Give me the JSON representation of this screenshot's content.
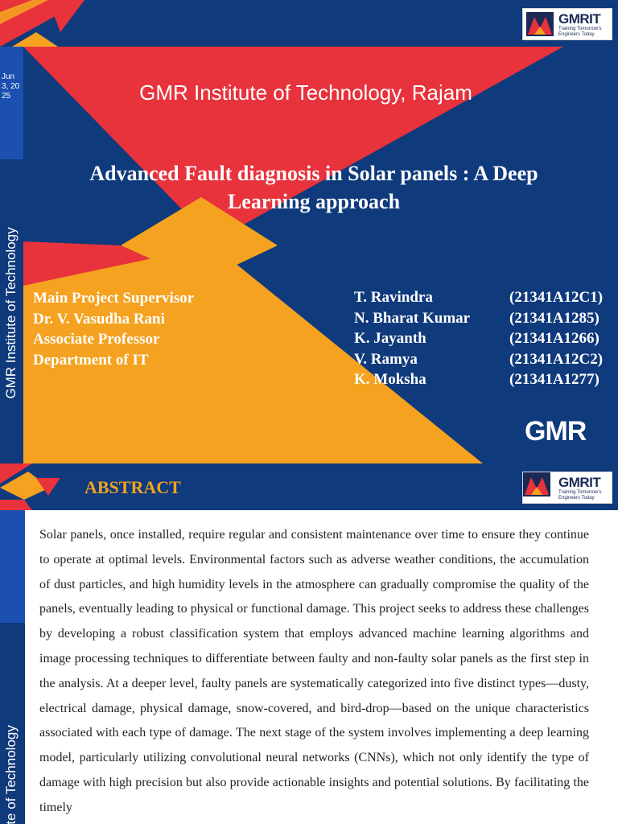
{
  "slide1": {
    "date": "Jun 3, 2025",
    "side_text": "GMR Institute of Technology",
    "institute_title": "GMR Institute of Technology, Rajam",
    "project_title": "Advanced Fault diagnosis in Solar panels : A Deep Learning approach",
    "supervisor": {
      "line1": "Main Project Supervisor",
      "line2": "Dr. V. Vasudha Rani",
      "line3": "Associate Professor",
      "line4": "Department of IT"
    },
    "students": [
      {
        "name": "T. Ravindra",
        "id": "(21341A12C1)"
      },
      {
        "name": " N. Bharat Kumar",
        "id": "(21341A1285)"
      },
      {
        "name": " K. Jayanth",
        "id": "(21341A1266)"
      },
      {
        "name": " V. Ramya",
        "id": "(21341A12C2)"
      },
      {
        "name": " K. Moksha",
        "id": "(21341A1277)"
      }
    ],
    "gmr_logo_text": "GMR"
  },
  "logo": {
    "wordmark": "GMRIT",
    "tagline": "Training Tomorrow's Engineers Today"
  },
  "slide2": {
    "heading": "ABSTRACT",
    "side_text": "Institute of Technology",
    "body": "Solar panels, once installed, require regular and consistent maintenance over time to ensure they continue to operate at optimal levels. Environmental factors such as adverse weather conditions, the accumulation of dust particles, and high humidity levels in the atmosphere can gradually compromise the quality of the panels, eventually leading to physical or functional damage. This project seeks to address these challenges by developing a robust classification system that employs advanced machine learning algorithms and image processing techniques to differentiate between faulty and non-faulty solar panels as the first step in the analysis. At a deeper level, faulty panels are systematically categorized into five distinct types—dusty, electrical damage, physical damage, snow-covered, and bird-drop—based on the unique characteristics associated with each type of damage. The next stage of the system involves implementing a deep learning model, particularly utilizing convolutional neural networks (CNNs), which not only identify the type of damage with high precision but also provide actionable insights and potential solutions. By facilitating the timely"
  },
  "colors": {
    "navy": "#0f3a7c",
    "red": "#e8323c",
    "orange": "#f4a21f",
    "accent_blue": "#1b4fb0"
  }
}
